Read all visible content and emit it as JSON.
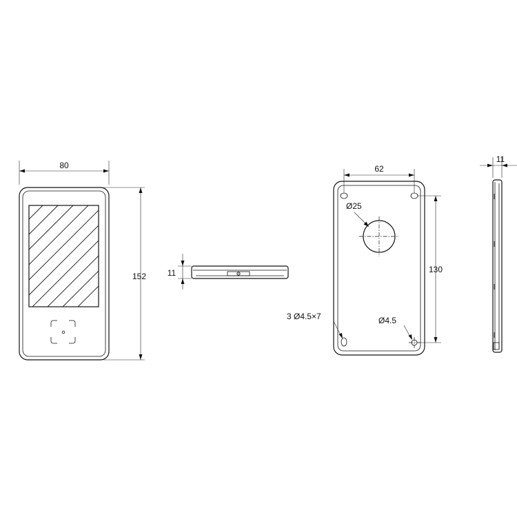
{
  "dimensions": {
    "front_width": "80",
    "front_height": "152",
    "side_thickness": "11",
    "back_hole_spacing": "62",
    "back_vertical_spacing": "130",
    "center_hole": "Ø25",
    "mount_slots": "3 Ø4.5×7",
    "mount_hole": "Ø4.5",
    "right_thickness": "11"
  },
  "colors": {
    "line": "#111111",
    "background": "#ffffff"
  }
}
